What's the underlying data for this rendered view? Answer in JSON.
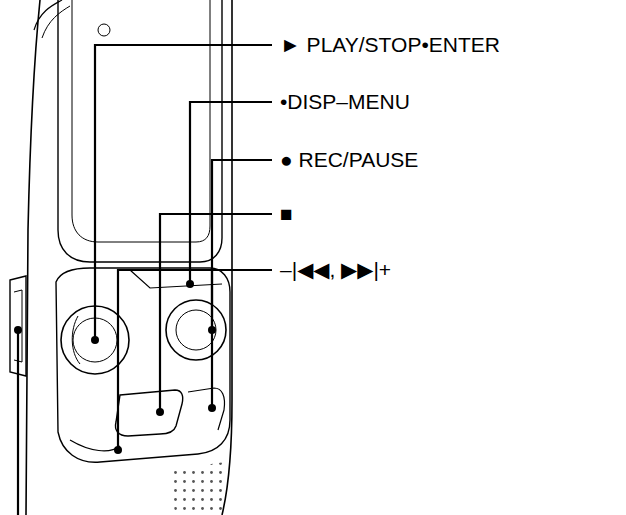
{
  "diagram": {
    "labels": [
      "► PLAY/STOP•ENTER",
      "•DISP–MENU",
      "● REC/PAUSE",
      "■",
      "–|◀◀, ▶▶|+"
    ]
  }
}
